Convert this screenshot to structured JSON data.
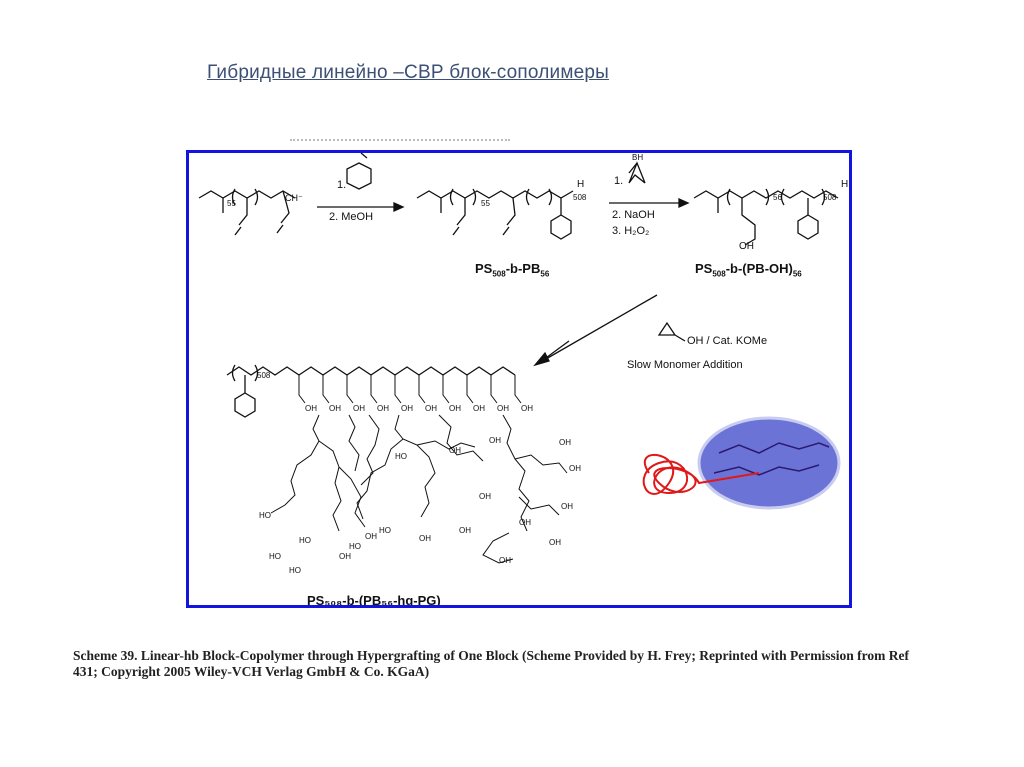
{
  "slide": {
    "title": "Гибридные линейно –СВР блок-сополимеры",
    "caption": "Scheme 39. Linear-hb Block-Copolymer through Hypergrafting of One Block (Scheme Provided by H. Frey; Reprinted with Permission from Ref 431; Copyright 2005 Wiley-VCH Verlag GmbH & Co. KGaA)",
    "frame_color": "#1414e0"
  },
  "scheme": {
    "step1": {
      "r1": "1.",
      "r2": "2. MeOH"
    },
    "step2": {
      "r1": "1.",
      "bh": "BH",
      "r2": "2. NaOH",
      "r3": "3. H₂O₂"
    },
    "step3": {
      "reagent": "OH / Cat. KOMe",
      "note": "Slow Monomer Addition"
    },
    "start": {
      "n": "55",
      "anion": "CH⁻"
    },
    "product1": {
      "n1": "55",
      "n2": "508",
      "end": "H",
      "name_main": "PS",
      "name_sub1": "508",
      "name_mid": "-b-PB",
      "name_sub2": "56"
    },
    "product2": {
      "n1": "56",
      "n2": "508",
      "end": "H",
      "oh": "OH",
      "name_main": "PS",
      "name_sub1": "508",
      "name_mid": "-b-(PB-OH)",
      "name_sub2": "56"
    },
    "product3": {
      "n": "508",
      "name": "PS₅₀₈-b-(PB₅₆-hg-PG)",
      "oh": "OH",
      "ho": "HO"
    }
  }
}
